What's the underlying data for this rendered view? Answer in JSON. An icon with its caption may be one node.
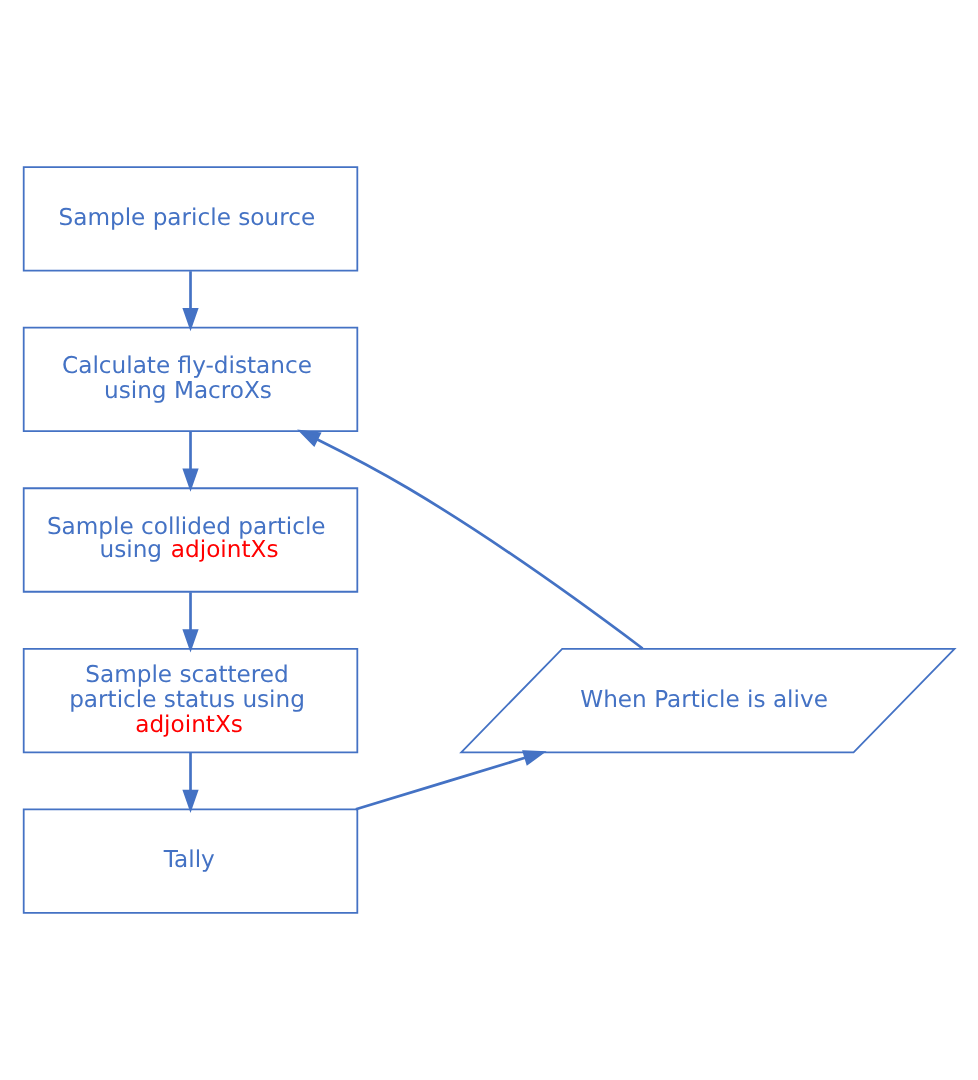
{
  "diagram": {
    "nodes": [
      {
        "text": [
          "Sample paricle source"
        ]
      },
      {
        "text": [
          "Calculate fly-distance using MacroXs"
        ]
      },
      {
        "text": [
          "Sample collided particle using adjointXs"
        ]
      },
      {
        "text": [
          "Sample scattered particle status using adjointXs"
        ]
      },
      {
        "text": [
          "Tally"
        ]
      },
      {
        "text": [
          "When Particle is alive"
        ]
      }
    ],
    "edges": [
      {
        "from": 0,
        "to": 1,
        "arrow": "to"
      },
      {
        "from": 1,
        "to": 2,
        "arrow": "to"
      },
      {
        "from": 2,
        "to": 3,
        "arrow": "to"
      },
      {
        "from": 3,
        "to": 4,
        "arrow": "to"
      },
      {
        "from": 4,
        "to": 5,
        "arrow": "to"
      },
      {
        "from": 5,
        "to": 1,
        "arrow": "to"
      }
    ]
  }
}
